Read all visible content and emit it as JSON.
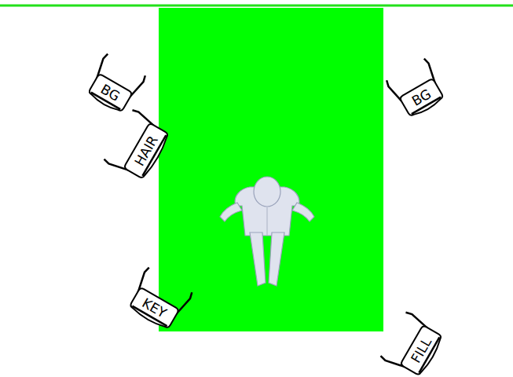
{
  "diagram": {
    "nodes": [
      {
        "text": [
          "BG"
        ]
      },
      {
        "text": [
          "BG"
        ]
      },
      {
        "text": [
          "HAIR"
        ]
      },
      {
        "text": [
          "KEY"
        ]
      },
      {
        "text": [
          "FILL"
        ]
      }
    ]
  }
}
